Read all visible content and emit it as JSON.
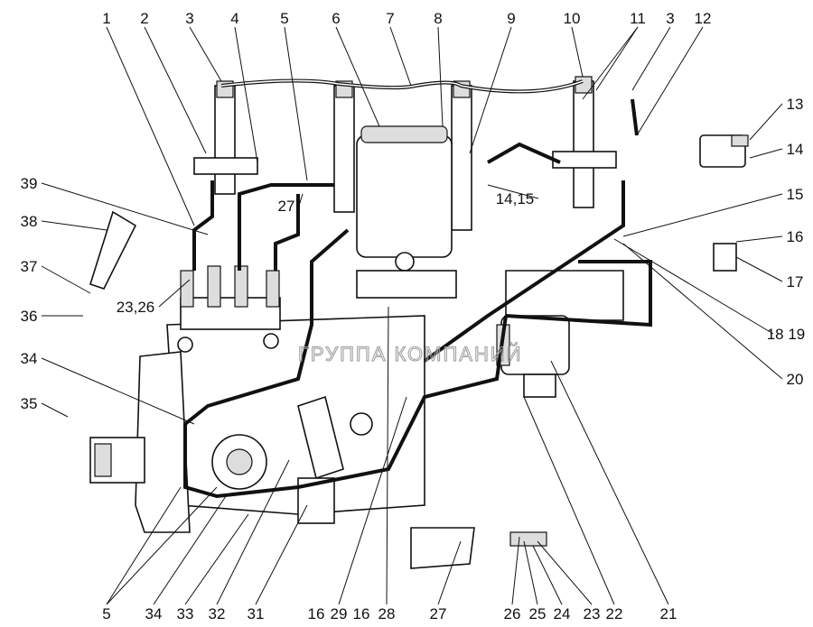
{
  "diagram": {
    "watermark": "ГРУППА КОМПАНИЙ",
    "callouts": [
      "1",
      "2",
      "3",
      "4",
      "5",
      "6",
      "7",
      "8",
      "9",
      "10",
      "11",
      "3",
      "12",
      "13",
      "14",
      "15",
      "16",
      "17",
      "18 19",
      "20",
      "39",
      "38",
      "37",
      "36",
      "23,26",
      "34",
      "35",
      "27",
      "14,15",
      "5",
      "34",
      "33",
      "32",
      "31",
      "16",
      "29",
      "16",
      "28",
      "27",
      "26",
      "25",
      "24",
      "23",
      "22",
      "21"
    ]
  }
}
